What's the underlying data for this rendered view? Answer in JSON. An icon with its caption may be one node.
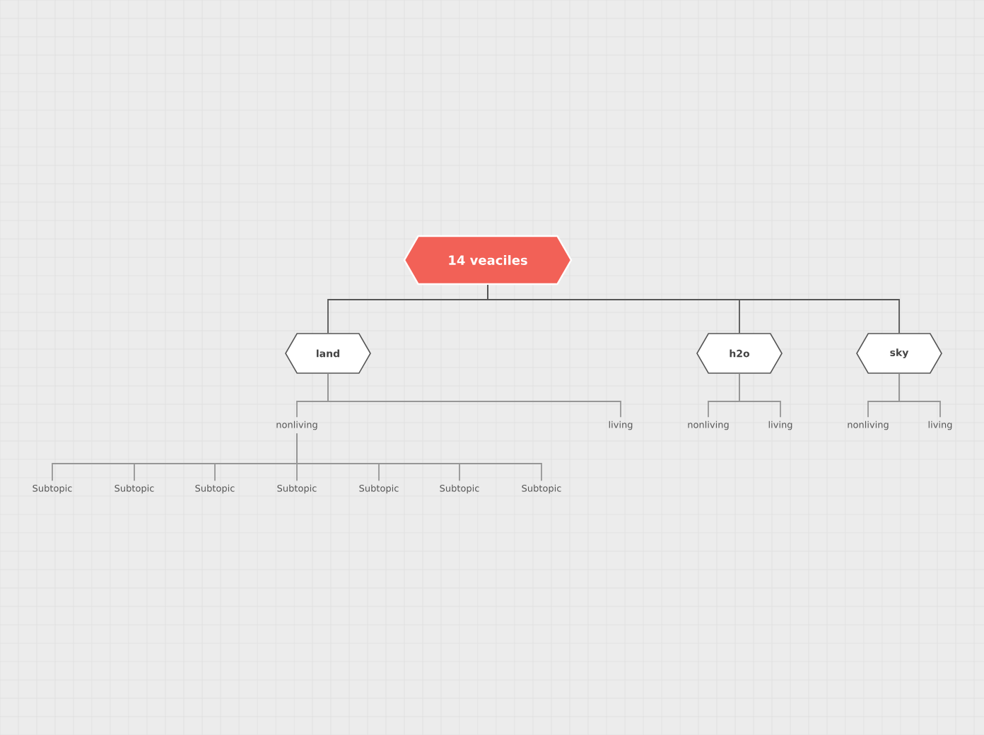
{
  "diagram": {
    "nodes": [
      {
        "text": [
          "14 veaciles"
        ]
      },
      {
        "text": [
          "land"
        ]
      },
      {
        "text": [
          "h2o"
        ]
      },
      {
        "text": [
          "sky"
        ]
      },
      {
        "text": [
          "nonliving"
        ]
      },
      {
        "text": [
          "living"
        ]
      },
      {
        "text": [
          "nonliving"
        ]
      },
      {
        "text": [
          "living"
        ]
      },
      {
        "text": [
          "nonliving"
        ]
      },
      {
        "text": [
          "living"
        ]
      },
      {
        "text": [
          "Subtopic"
        ]
      },
      {
        "text": [
          "Subtopic"
        ]
      },
      {
        "text": [
          "Subtopic"
        ]
      },
      {
        "text": [
          "Subtopic"
        ]
      },
      {
        "text": [
          "Subtopic"
        ]
      },
      {
        "text": [
          "Subtopic"
        ]
      },
      {
        "text": [
          "Subtopic"
        ]
      }
    ],
    "edges": [
      {
        "from": 0,
        "to": 1,
        "arrow": "none",
        "color": "#555555"
      },
      {
        "from": 0,
        "to": 2,
        "arrow": "none",
        "color": "#555555"
      },
      {
        "from": 0,
        "to": 3,
        "arrow": "none",
        "color": "#555555"
      },
      {
        "from": 1,
        "to": 4,
        "arrow": "none"
      },
      {
        "from": 1,
        "to": 5,
        "arrow": "none"
      },
      {
        "from": 2,
        "to": 6,
        "arrow": "none"
      },
      {
        "from": 2,
        "to": 7,
        "arrow": "none"
      },
      {
        "from": 3,
        "to": 8,
        "arrow": "none"
      },
      {
        "from": 3,
        "to": 9,
        "arrow": "none"
      },
      {
        "from": 4,
        "to": 10,
        "arrow": "none"
      },
      {
        "from": 4,
        "to": 11,
        "arrow": "none"
      },
      {
        "from": 4,
        "to": 12,
        "arrow": "none"
      },
      {
        "from": 4,
        "to": 13,
        "arrow": "none"
      },
      {
        "from": 4,
        "to": 14,
        "arrow": "none"
      },
      {
        "from": 4,
        "to": 15,
        "arrow": "none"
      },
      {
        "from": 4,
        "to": 16,
        "arrow": "none"
      }
    ]
  }
}
